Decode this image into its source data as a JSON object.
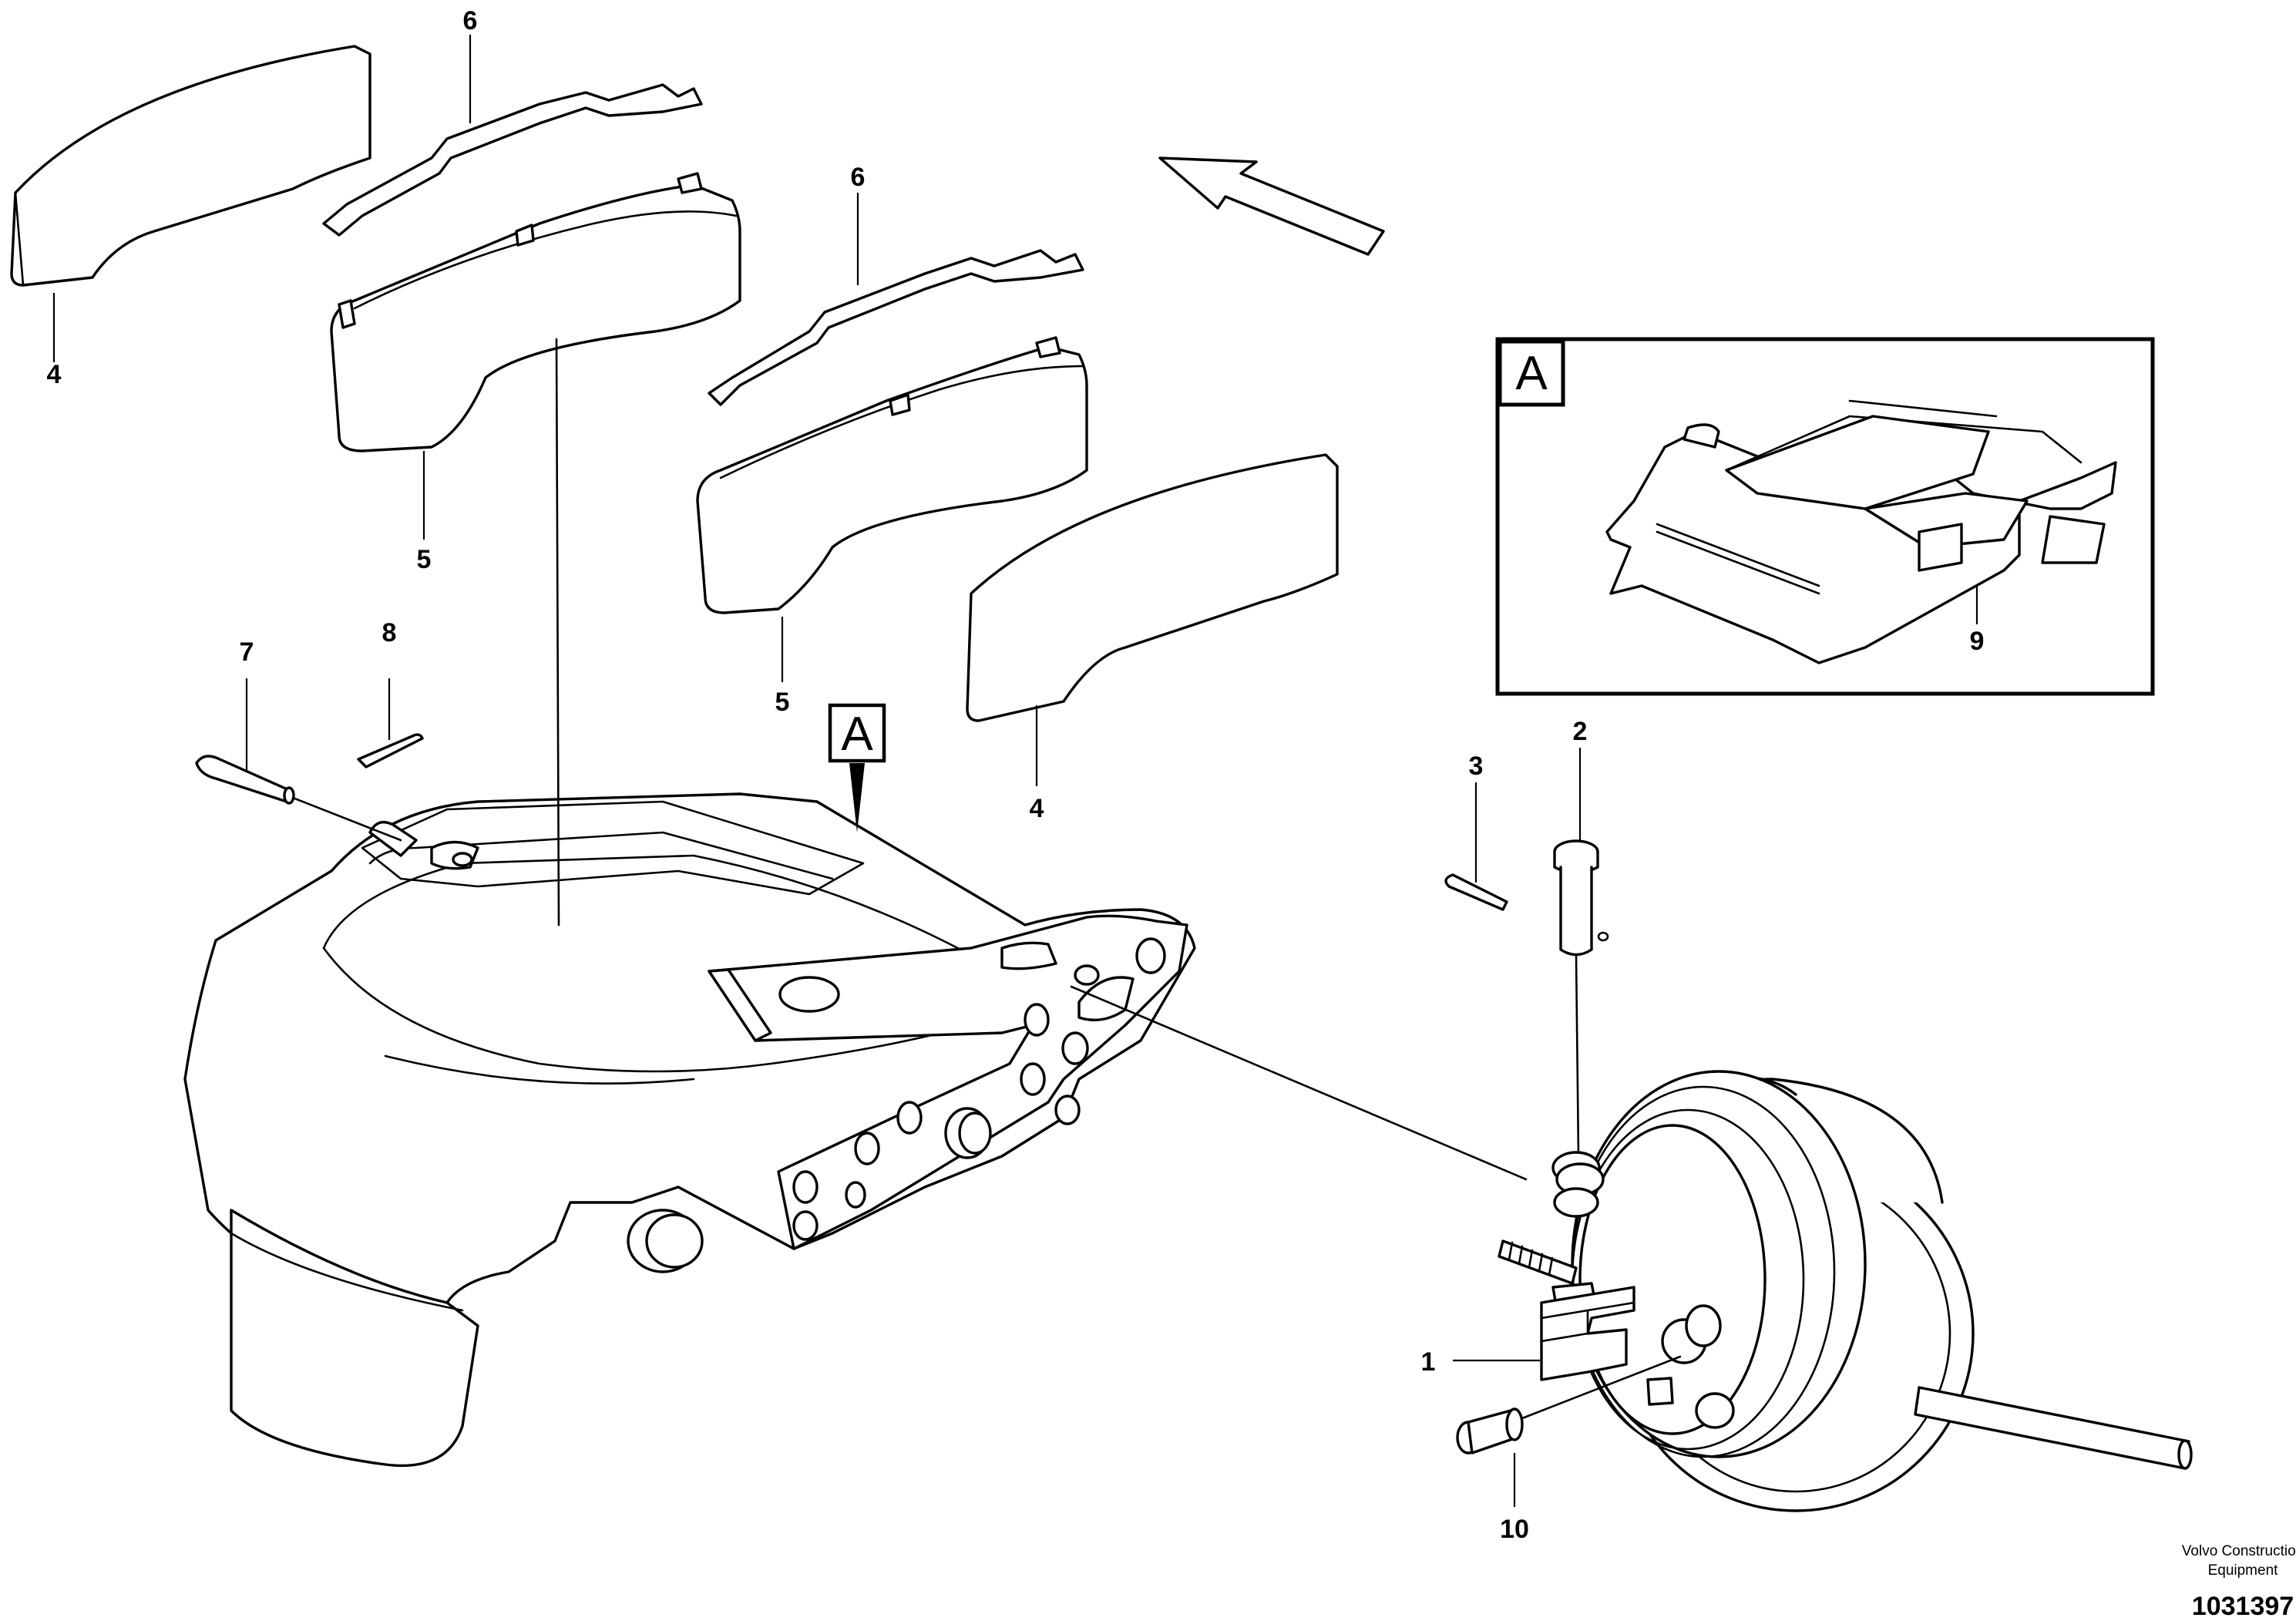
{
  "diagram": {
    "callouts": {
      "c1": "1",
      "c2": "2",
      "c3": "3",
      "c4_top": "4",
      "c4_bottom": "4",
      "c5_left": "5",
      "c5_right": "5",
      "c6_left": "6",
      "c6_right": "6",
      "c7": "7",
      "c8": "8",
      "c9": "9",
      "c10": "10"
    },
    "view_marker": "A",
    "detail_box_label": "A",
    "direction_arrow": "arrow-icon"
  },
  "footer": {
    "company_line1": "Volvo Construction",
    "company_line2": "Equipment",
    "figure_number": "1031397"
  }
}
